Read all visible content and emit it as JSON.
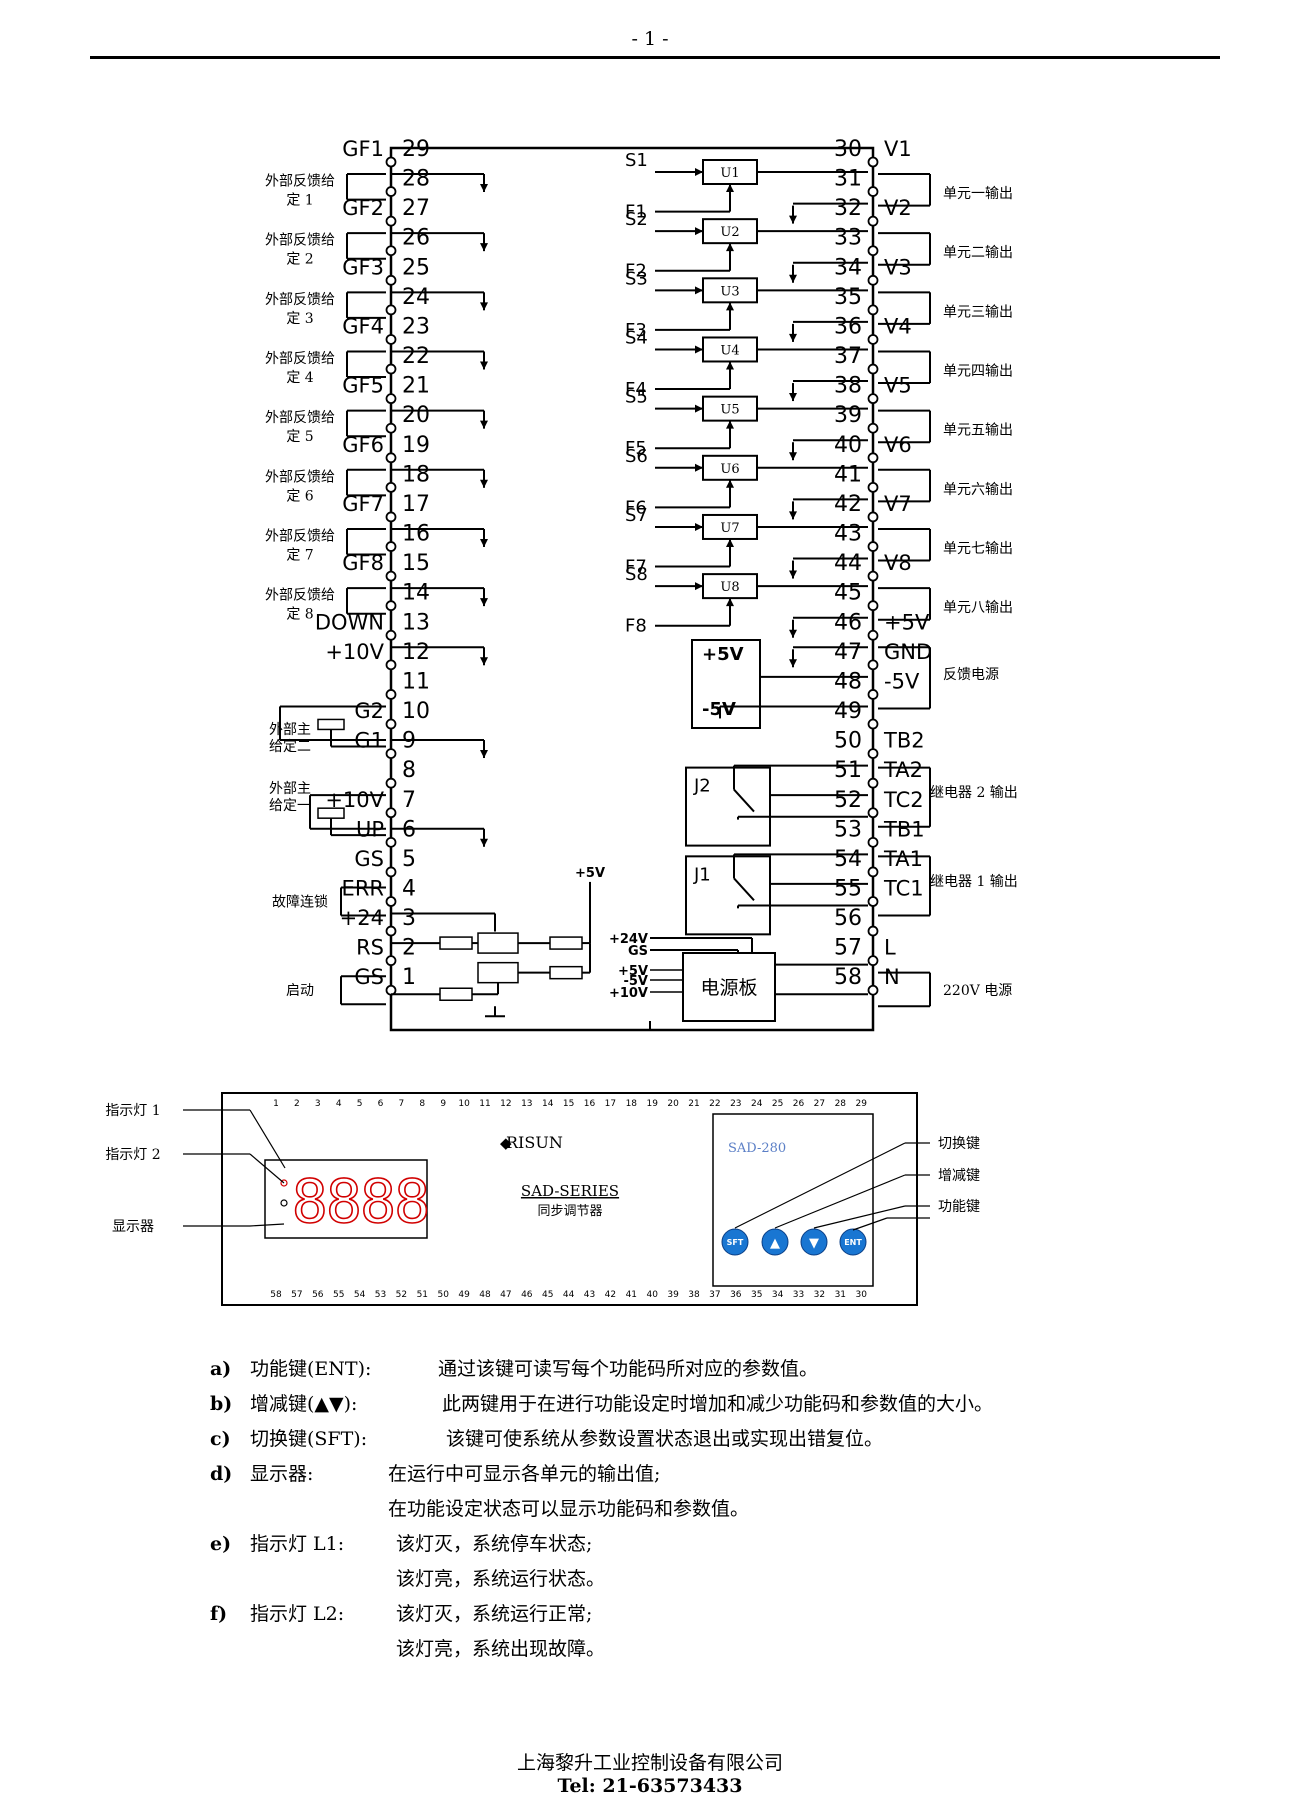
{
  "header": {
    "page_number": "- 1 -"
  },
  "wiring": {
    "left_signals": [
      "GF1",
      "GF2",
      "GF3",
      "GF4",
      "GF5",
      "GF6",
      "GF7",
      "GF8",
      "DOWN",
      "+10V",
      "G2",
      "G1",
      "+10V",
      "UP",
      "GS",
      "ERR",
      "+24",
      "RS",
      "GS"
    ],
    "left_terminal_numbers": [
      "29",
      "28",
      "27",
      "26",
      "25",
      "24",
      "23",
      "22",
      "21",
      "20",
      "19",
      "18",
      "17",
      "16",
      "15",
      "14",
      "13",
      "12",
      "11",
      "10",
      "9",
      "8",
      "7",
      "6",
      "5",
      "4",
      "3",
      "2",
      "1"
    ],
    "feedback_groups": [
      {
        "line1": "外部反馈给",
        "line2": "定 1"
      },
      {
        "line1": "外部反馈给",
        "line2": "定 2"
      },
      {
        "line1": "外部反馈给",
        "line2": "定 3"
      },
      {
        "line1": "外部反馈给",
        "line2": "定 4"
      },
      {
        "line1": "外部反馈给",
        "line2": "定 5"
      },
      {
        "line1": "外部反馈给",
        "line2": "定 6"
      },
      {
        "line1": "外部反馈给",
        "line2": "定 7"
      },
      {
        "line1": "外部反馈给",
        "line2": "定 8"
      }
    ],
    "main_set": [
      {
        "line1": "外部主",
        "line2": "给定二"
      },
      {
        "line1": "外部主",
        "line2": "给定一"
      }
    ],
    "fault_lock_label": "故障连锁",
    "start_label": "启动",
    "units": [
      "U1",
      "U2",
      "U3",
      "U4",
      "U5",
      "U6",
      "U7",
      "U8"
    ],
    "s_labels": [
      "S1",
      "S2",
      "S3",
      "S4",
      "S5",
      "S6",
      "S7",
      "S8"
    ],
    "f_labels": [
      "F1",
      "F2",
      "F3",
      "F4",
      "F5",
      "F6",
      "F7",
      "F8"
    ],
    "right_terminal_numbers": [
      "30",
      "31",
      "32",
      "33",
      "34",
      "35",
      "36",
      "37",
      "38",
      "39",
      "40",
      "41",
      "42",
      "43",
      "44",
      "45",
      "46",
      "47",
      "48",
      "49",
      "50",
      "51",
      "52",
      "53",
      "54",
      "55",
      "56",
      "57",
      "58"
    ],
    "right_signals": [
      "V1",
      "V2",
      "V3",
      "V4",
      "V5",
      "V6",
      "V7",
      "V8",
      "+5V",
      "GND",
      "-5V",
      "TB2",
      "TA2",
      "TC2",
      "TB1",
      "TA1",
      "TC1",
      "L",
      "N"
    ],
    "unit_outputs": [
      "单元一输出",
      "单元二输出",
      "单元三输出",
      "单元四输出",
      "单元五输出",
      "单元六输出",
      "单元七输出",
      "单元八输出"
    ],
    "feedback_power_label": "反馈电源",
    "relay2_label": "继电器 2 输出",
    "relay1_label": "继电器 1 输出",
    "mains_label": "220V 电源",
    "relays": [
      "J2",
      "J1"
    ],
    "fb_plus": "+5V",
    "fb_minus": "-5V",
    "opto_supply": "+5V",
    "power_board": "电源板",
    "power_outputs": [
      "+24V",
      "GS",
      "+5V",
      "-5V",
      "+10V"
    ]
  },
  "panel": {
    "callouts_left": [
      "指示灯 1",
      "指示灯 2",
      "显示器"
    ],
    "callouts_right": [
      "切换键",
      "增减键",
      "功能键"
    ],
    "top_pins": [
      "1",
      "2",
      "3",
      "4",
      "5",
      "6",
      "7",
      "8",
      "9",
      "10",
      "11",
      "12",
      "13",
      "14",
      "15",
      "16",
      "17",
      "18",
      "19",
      "20",
      "21",
      "22",
      "23",
      "24",
      "25",
      "26",
      "27",
      "28",
      "29"
    ],
    "bottom_pins": [
      "58",
      "57",
      "56",
      "55",
      "54",
      "53",
      "52",
      "51",
      "50",
      "49",
      "48",
      "47",
      "46",
      "45",
      "44",
      "43",
      "42",
      "41",
      "40",
      "39",
      "38",
      "37",
      "36",
      "35",
      "34",
      "33",
      "32",
      "31",
      "30"
    ],
    "brand": "RISUN",
    "series": "SAD-SERIES",
    "product_name": "同步调节器",
    "model": "SAD-280",
    "display_digits": "8888",
    "keys": {
      "sft": "SFT",
      "up": "▲",
      "down": "▼",
      "ent": "ENT"
    }
  },
  "descriptions": [
    {
      "letter": "a)",
      "term": "功能键(ENT):",
      "lines": [
        "通过该键可读写每个功能码所对应的参数值。"
      ]
    },
    {
      "letter": "b)",
      "term": "增减键(▲▼):",
      "lines": [
        "此两键用于在进行功能设定时增加和减少功能码和参数值的大小。"
      ]
    },
    {
      "letter": "c)",
      "term": "切换键(SFT):",
      "lines": [
        "该键可使系统从参数设置状态退出或实现出错复位。"
      ]
    },
    {
      "letter": "d)",
      "term": "显示器:",
      "lines": [
        "在运行中可显示各单元的输出值;",
        "在功能设定状态可以显示功能码和参数值。"
      ]
    },
    {
      "letter": "e)",
      "term": "指示灯 L1:",
      "lines": [
        "该灯灭，系统停车状态;",
        "该灯亮，系统运行状态。"
      ]
    },
    {
      "letter": "f)",
      "term": "指示灯 L2:",
      "lines": [
        "该灯灭，系统运行正常;",
        "该灯亮，系统出现故障。"
      ]
    }
  ],
  "footer": {
    "company": "上海黎升工业控制设备有限公司",
    "tel": "Tel:    21-63573433"
  }
}
